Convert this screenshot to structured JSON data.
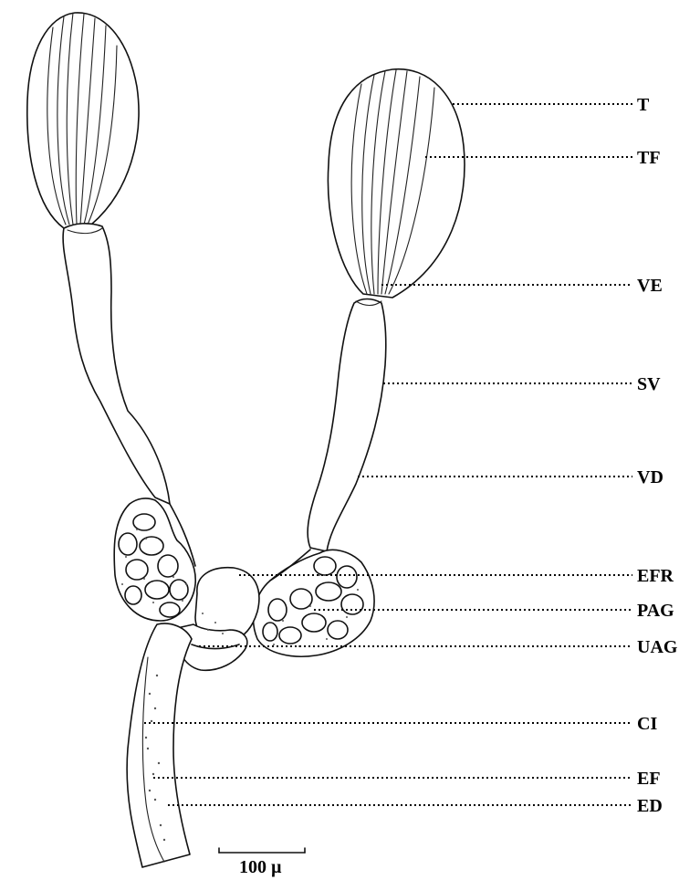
{
  "labels": {
    "T": "T",
    "TF": "TF",
    "VE": "VE",
    "SV": "SV",
    "VD": "VD",
    "EFR": "EFR",
    "PAG": "PAG",
    "UAG": "UAG",
    "CI": "CI",
    "EF": "EF",
    "ED": "ED"
  },
  "scale_bar": "100 µ"
}
